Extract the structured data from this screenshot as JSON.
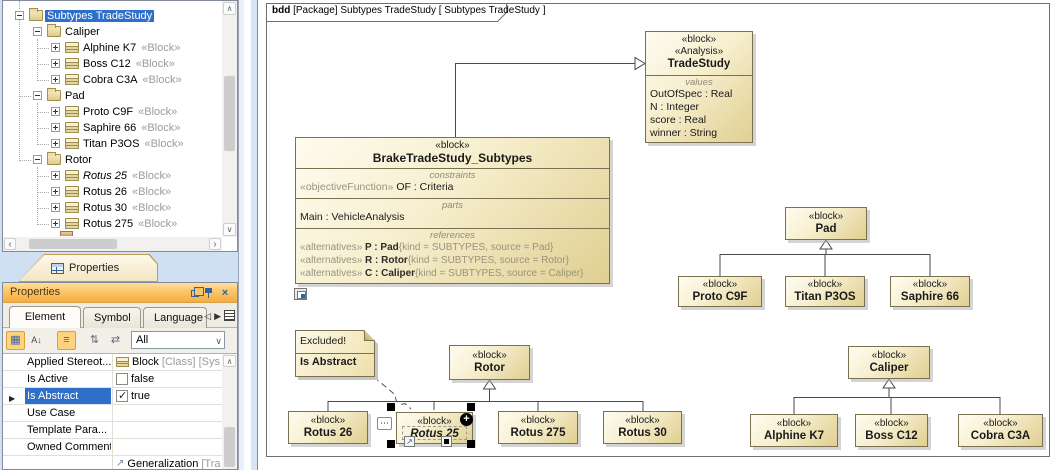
{
  "tree": {
    "items": [
      {
        "label": "Subtypes TradeStudy"
      },
      {
        "label": "Caliper"
      },
      {
        "label": "Alphine K7",
        "suffix": "«Block»"
      },
      {
        "label": "Boss C12",
        "suffix": "«Block»"
      },
      {
        "label": "Cobra C3A",
        "suffix": "«Block»"
      },
      {
        "label": "Pad"
      },
      {
        "label": "Proto C9F",
        "suffix": "«Block»"
      },
      {
        "label": "Saphire 66",
        "suffix": "«Block»"
      },
      {
        "label": "Titan P3OS",
        "suffix": "«Block»"
      },
      {
        "label": "Rotor"
      },
      {
        "label": "Rotus 25",
        "suffix": "«Block»"
      },
      {
        "label": "Rotus 26",
        "suffix": "«Block»"
      },
      {
        "label": "Rotus 30",
        "suffix": "«Block»"
      },
      {
        "label": "Rotus 275",
        "suffix": "«Block»"
      }
    ]
  },
  "properties_dock": {
    "tab_label": "Properties",
    "title": "Properties",
    "tabs": {
      "element": "Element",
      "symbol": "Symbol",
      "language": "Language"
    },
    "filter": "All",
    "rows": {
      "applied": {
        "name": "Applied Stereot...",
        "value_main": "Block",
        "value_tail": "[Class] [Sys"
      },
      "is_active": {
        "name": "Is Active",
        "value": "false"
      },
      "is_abstract": {
        "name": "Is Abstract",
        "value": "true"
      },
      "use_case": {
        "name": "Use Case"
      },
      "template": {
        "name": "Template Para..."
      },
      "owned_comment": {
        "name": "Owned Comment"
      },
      "generalization": {
        "value_main": "Generalization",
        "value_tail": "[Tra"
      }
    }
  },
  "diagram": {
    "header_kind": "bdd",
    "header_rest": " [Package] Subtypes TradeStudy [ Subtypes TradeStudy ]",
    "blocks": {
      "trade_study": {
        "stereotype1": "«block»",
        "stereotype2": "«Analysis»",
        "name": "TradeStudy",
        "values_label": "values",
        "values": [
          "OutOfSpec : Real",
          "N : Integer",
          "score : Real",
          "winner : String"
        ]
      },
      "brake": {
        "stereotype": "«block»",
        "name": "BrakeTradeStudy_Subtypes",
        "constraints_label": "constraints",
        "constraint": {
          "st": "«objectiveFunction»",
          "text": " OF : Criteria"
        },
        "parts_label": "parts",
        "part_text": "Main : VehicleAnalysis",
        "references_label": "references",
        "refs": [
          {
            "st": "«alternatives»",
            "name": " P : Pad",
            "tail": "{kind = SUBTYPES, source = Pad}"
          },
          {
            "st": "«alternatives»",
            "name": " R : Rotor",
            "tail": "{kind = SUBTYPES, source = Rotor}"
          },
          {
            "st": "«alternatives»",
            "name": " C : Caliper",
            "tail": "{kind = SUBTYPES, source = Caliper}"
          }
        ]
      },
      "pad": {
        "stereotype": "«block»",
        "name": "Pad"
      },
      "proto_c9f": {
        "stereotype": "«block»",
        "name": "Proto C9F"
      },
      "titan_p3os": {
        "stereotype": "«block»",
        "name": "Titan P3OS"
      },
      "saphire_66": {
        "stereotype": "«block»",
        "name": "Saphire 66"
      },
      "rotor": {
        "stereotype": "«block»",
        "name": "Rotor"
      },
      "rotus_26": {
        "stereotype": "«block»",
        "name": "Rotus 26"
      },
      "rotus_25": {
        "stereotype": "«block»",
        "name": "Rotus 25"
      },
      "rotus_275": {
        "stereotype": "«block»",
        "name": "Rotus 275"
      },
      "rotus_30": {
        "stereotype": "«block»",
        "name": "Rotus 30"
      },
      "caliper": {
        "stereotype": "«block»",
        "name": "Caliper"
      },
      "alphine_k7": {
        "stereotype": "«block»",
        "name": "Alphine K7"
      },
      "boss_c12": {
        "stereotype": "«block»",
        "name": "Boss C12"
      },
      "cobra_c3a": {
        "stereotype": "«block»",
        "name": "Cobra C3A"
      }
    },
    "note": {
      "line1": "Excluded!",
      "line2": "Is Abstract"
    }
  },
  "icons": {
    "check": "✓",
    "row_marker": "▶",
    "generalization_arrow": "↗",
    "combo_chevron": "∨",
    "scroll_up": "∧",
    "scroll_down": "∨",
    "scroll_left": "‹",
    "scroll_right": "›",
    "categorized": "▦",
    "sort_a": "A↓",
    "description": "≡",
    "expand_all": "⇅",
    "collapse_all": "⇄",
    "nav_left": "◁",
    "nav_right": "▶",
    "close": "×",
    "dots": "⋯",
    "plus": "+",
    "ne_arrow": "↗"
  },
  "colors": {
    "selection": "#2e6fc9",
    "block_border": "#7a7150",
    "header_orange": "#f6ad43"
  }
}
